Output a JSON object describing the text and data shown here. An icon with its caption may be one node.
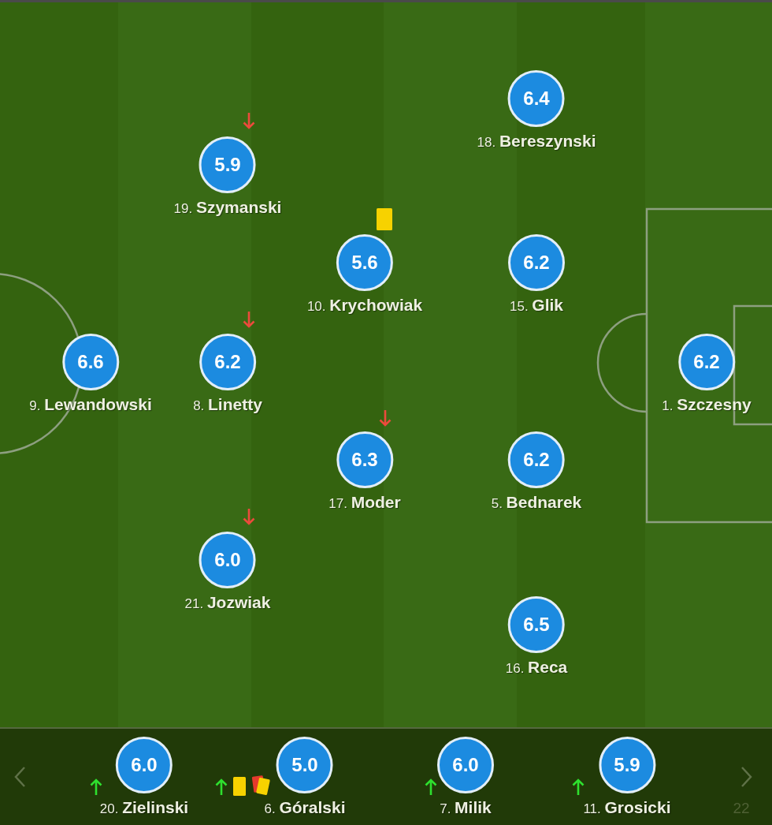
{
  "diagram": {
    "nodes": [
      {
        "text": [
          "6.4",
          "18. **Bereszynski**"
        ]
      },
      {
        "text": [
          "5.9",
          "19. **Szymanski**"
        ]
      },
      {
        "text": [
          "5.6",
          "10. **Krychowiak**"
        ]
      },
      {
        "text": [
          "6.2",
          "15. **Glik**"
        ]
      },
      {
        "text": [
          "6.6",
          "9. **Lewandowski**"
        ]
      },
      {
        "text": [
          "6.2",
          "8. **Linetty**"
        ]
      },
      {
        "text": [
          "6.2",
          "1. **Szczesny**"
        ]
      },
      {
        "text": [
          "6.3",
          "17. **Moder**"
        ]
      },
      {
        "text": [
          "6.2",
          "5. **Bednarek**"
        ]
      },
      {
        "text": [
          "6.0",
          "21. **Jozwiak**"
        ]
      },
      {
        "text": [
          "6.5",
          "16. **Reca**"
        ]
      },
      {
        "text": [
          "6.0",
          "20. **Zielinski**"
        ]
      },
      {
        "text": [
          "5.0",
          "6. **Góralski**"
        ]
      },
      {
        "text": [
          "6.0",
          "7. **Milik**"
        ]
      },
      {
        "text": [
          "5.9",
          "11. **Grosicki**"
        ]
      }
    ],
    "labels": [
      "22"
    ]
  }
}
